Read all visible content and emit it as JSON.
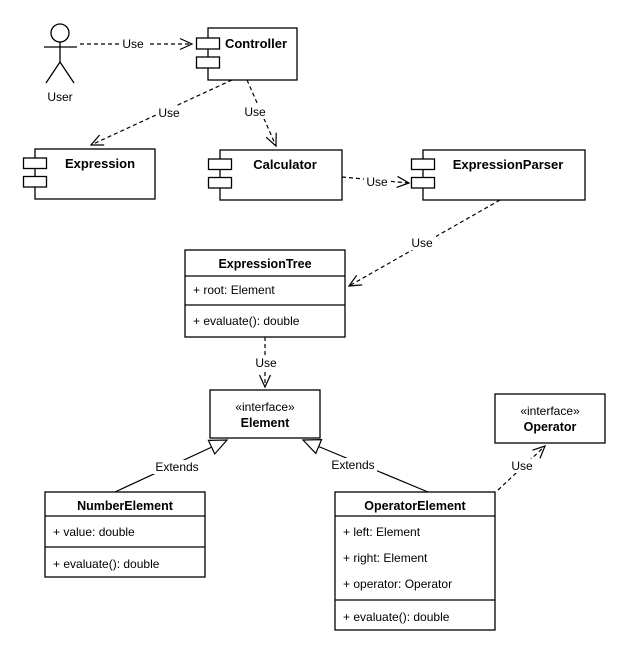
{
  "diagram": {
    "kind": "uml-component-class-diagram",
    "background_color": "#ffffff",
    "stroke_color": "#000000",
    "actor": {
      "label": "User"
    },
    "components": [
      {
        "id": "controller",
        "label": "Controller"
      },
      {
        "id": "expression",
        "label": "Expression"
      },
      {
        "id": "calculator",
        "label": "Calculator"
      },
      {
        "id": "expression-parser",
        "label": "ExpressionParser"
      }
    ],
    "classes": [
      {
        "id": "expression-tree",
        "name": "ExpressionTree",
        "attributes": [
          "+ root: Element"
        ],
        "methods": [
          "+ evaluate(): double"
        ]
      },
      {
        "id": "number-element",
        "name": "NumberElement",
        "attributes": [
          "+ value: double"
        ],
        "methods": [
          "+ evaluate(): double"
        ]
      },
      {
        "id": "operator-element",
        "name": "OperatorElement",
        "attributes": [
          "+ left: Element",
          "+ right: Element",
          "+ operator: Operator"
        ],
        "methods": [
          "+ evaluate(): double"
        ]
      }
    ],
    "interfaces": [
      {
        "id": "element",
        "stereotype": "«interface»",
        "name": "Element"
      },
      {
        "id": "operator",
        "stereotype": "«interface»",
        "name": "Operator"
      }
    ],
    "edges": [
      {
        "from": "User",
        "to": "Controller",
        "label": "Use",
        "style": "dashed-open-arrow"
      },
      {
        "from": "Controller",
        "to": "Expression",
        "label": "Use",
        "style": "dashed-open-arrow"
      },
      {
        "from": "Controller",
        "to": "Calculator",
        "label": "Use",
        "style": "dashed-open-arrow"
      },
      {
        "from": "Calculator",
        "to": "ExpressionParser",
        "label": "Use",
        "style": "dashed-open-arrow"
      },
      {
        "from": "ExpressionParser",
        "to": "ExpressionTree",
        "label": "Use",
        "style": "dashed-open-arrow"
      },
      {
        "from": "ExpressionTree",
        "to": "Element",
        "label": "Use",
        "style": "dashed-open-arrow"
      },
      {
        "from": "NumberElement",
        "to": "Element",
        "label": "Extends",
        "style": "solid-hollow-triangle"
      },
      {
        "from": "OperatorElement",
        "to": "Element",
        "label": "Extends",
        "style": "solid-hollow-triangle"
      },
      {
        "from": "OperatorElement",
        "to": "Operator",
        "label": "Use",
        "style": "dashed-open-arrow"
      }
    ]
  }
}
